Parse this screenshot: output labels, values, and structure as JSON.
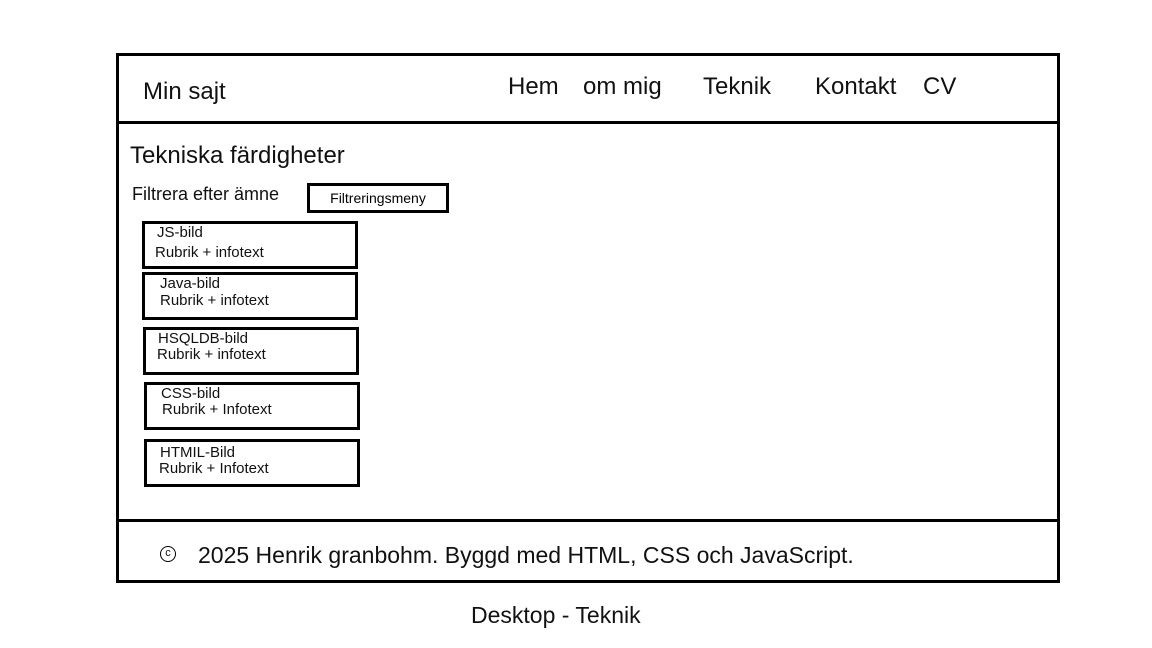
{
  "header": {
    "brand": "Min sajt",
    "nav": [
      "Hem",
      "om mig",
      "Teknik",
      "Kontakt",
      "CV"
    ]
  },
  "main": {
    "title": "Tekniska färdigheter",
    "filter_label": "Filtrera efter ämne",
    "filter_menu": "Filtreringsmeny",
    "cards": [
      {
        "image": "JS-bild",
        "info": "Rubrik + infotext"
      },
      {
        "image": "Java-bild",
        "info": "Rubrik + infotext"
      },
      {
        "image": "HSQLDB-bild",
        "info": "Rubrik + infotext"
      },
      {
        "image": "CSS-bild",
        "info": "Rubrik + Infotext"
      },
      {
        "image": "HTMIL-Bild",
        "info": "Rubrik + Infotext"
      }
    ]
  },
  "footer": {
    "copyright_symbol": "c",
    "text": "2025 Henrik granbohm. Byggd med HTML, CSS och JavaScript."
  },
  "caption": "Desktop -  Teknik"
}
